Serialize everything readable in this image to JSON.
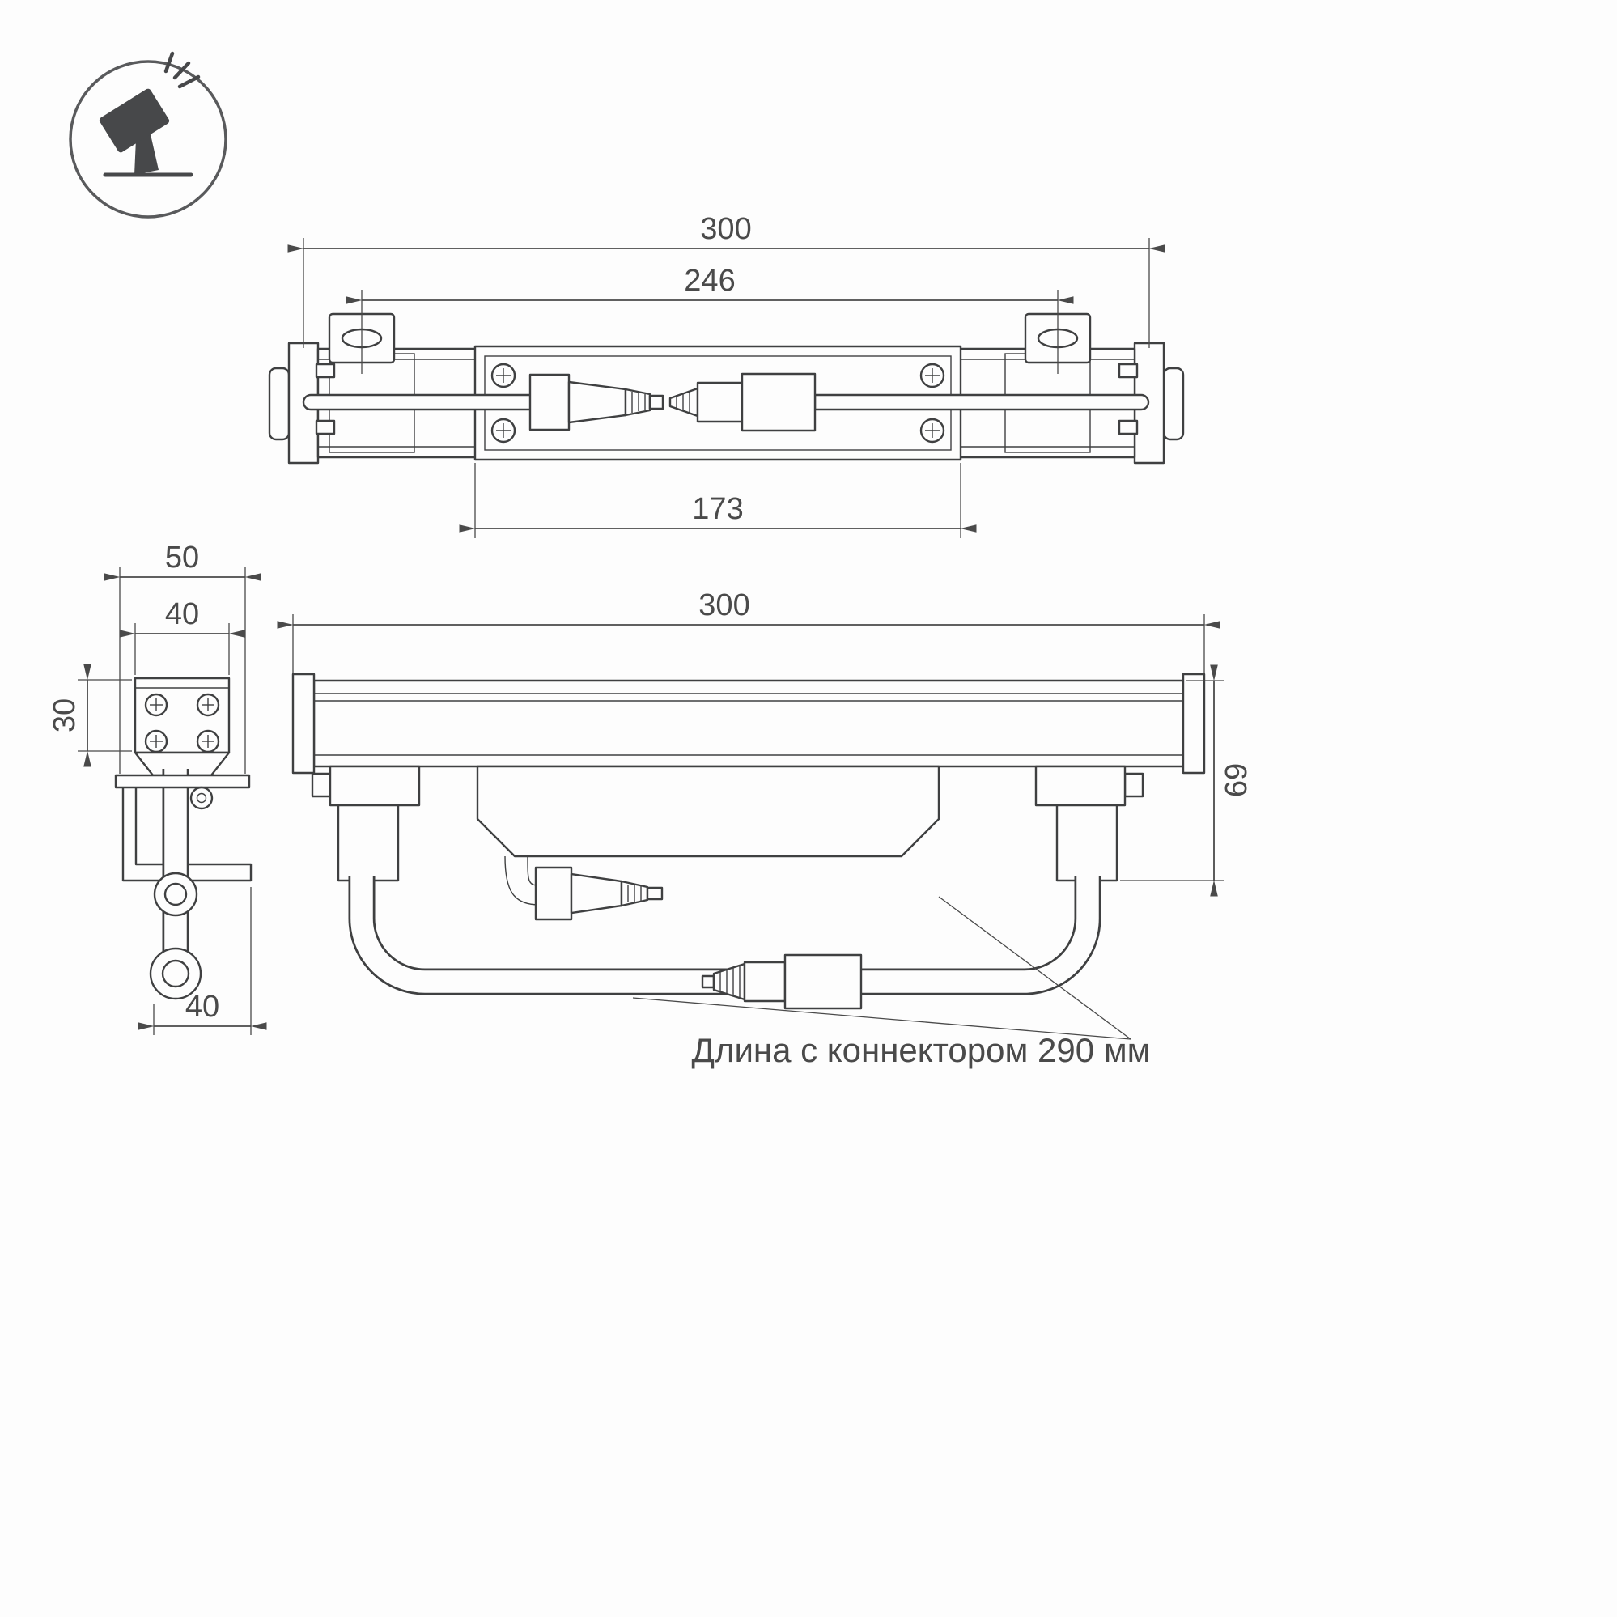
{
  "page": {
    "background": "#fdfdfd"
  },
  "colors": {
    "line": "#3f4041",
    "dimension": "#4a4a4a"
  },
  "icon": {
    "name": "tilted-floodlight-icon"
  },
  "top_view": {
    "dim_overall": "300",
    "dim_brackets": "246",
    "dim_plate": "173"
  },
  "side_view": {
    "dim_overall_width": "50",
    "dim_body_width": "40",
    "dim_body_height": "30",
    "dim_base_offset": "40"
  },
  "front_view": {
    "dim_overall": "300",
    "dim_height": "69"
  },
  "callout": {
    "text": "Длина с коннектором 290 мм"
  }
}
